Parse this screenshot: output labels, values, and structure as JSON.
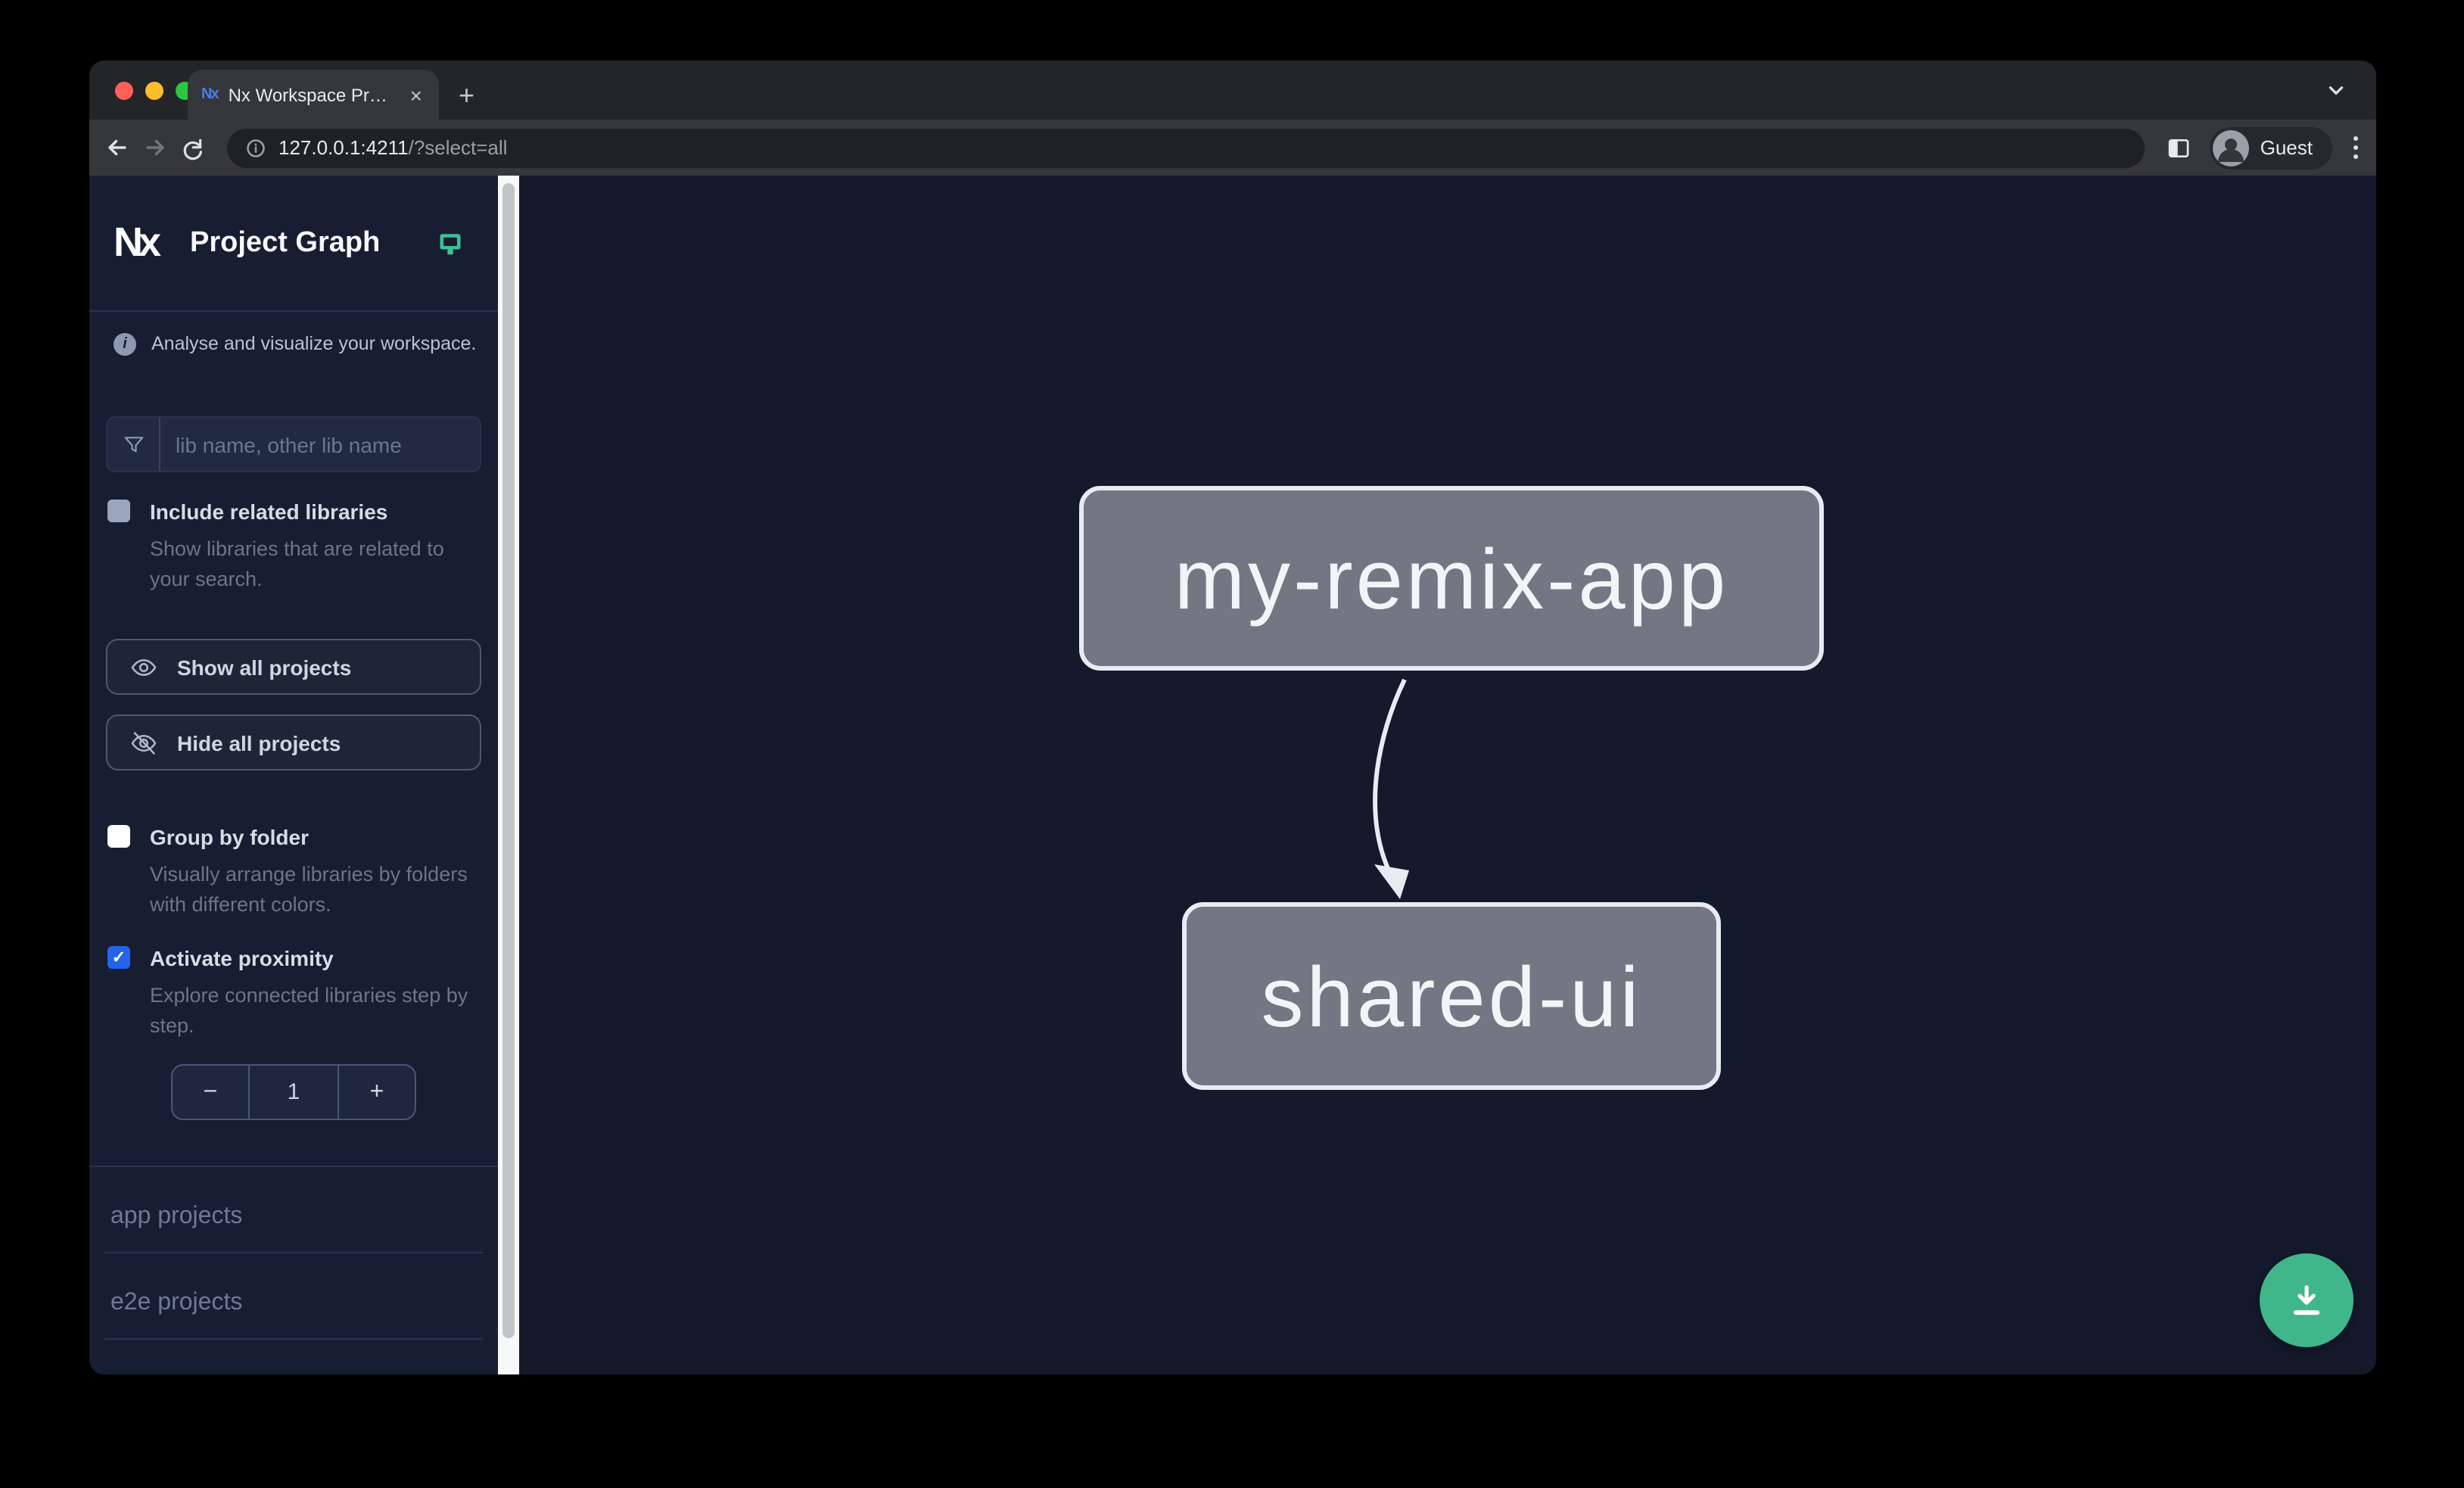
{
  "browser": {
    "traffic_lights": [
      "close",
      "minimize",
      "zoom"
    ],
    "tab": {
      "favicon_text": "Nx",
      "title": "Nx Workspace Project Graph",
      "close_glyph": "×",
      "new_tab_glyph": "+"
    },
    "toolbar": {
      "url_origin": "127.0.0.1:4211",
      "url_path": "/?select=all",
      "profile_label": "Guest"
    }
  },
  "sidebar": {
    "logo_text": "Nx",
    "app_title": "Project Graph",
    "info_glyph": "i",
    "tagline": "Analyse and visualize your workspace.",
    "search": {
      "placeholder": "lib name, other lib name"
    },
    "include_related": {
      "label": "Include related libraries",
      "description": "Show libraries that are related to your search.",
      "checked": false
    },
    "show_all_label": "Show all projects",
    "hide_all_label": "Hide all projects",
    "group_by_folder": {
      "label": "Group by folder",
      "description": "Visually arrange libraries by folders with different colors.",
      "checked": false
    },
    "proximity": {
      "label": "Activate proximity",
      "description": "Explore connected libraries step by step.",
      "checked": true,
      "check_glyph": "✓"
    },
    "stepper": {
      "decrement_glyph": "−",
      "value": "1",
      "increment_glyph": "+"
    },
    "sections": [
      {
        "label": "app projects"
      },
      {
        "label": "e2e projects"
      }
    ]
  },
  "graph": {
    "nodes": [
      {
        "label": "my-remix-app"
      },
      {
        "label": "shared-ui"
      }
    ],
    "edges": [
      {
        "from": "my-remix-app",
        "to": "shared-ui"
      }
    ]
  },
  "colors": {
    "fab_green": "#40b68b",
    "monitor_icon_green": "#3fbf96",
    "checkbox_checked_blue": "#2463eb",
    "node_fill": "#747683",
    "node_border": "#e8ebf2",
    "sidebar_bg": "#171e31",
    "canvas_bg": "#141a2c"
  }
}
